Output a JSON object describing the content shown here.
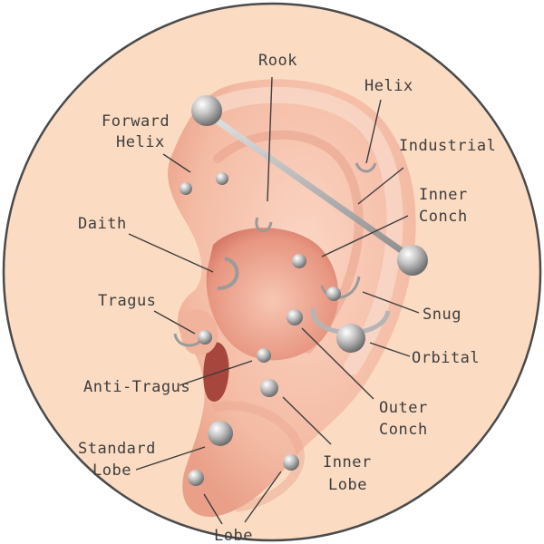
{
  "labels": {
    "rook": "Rook",
    "helix": "Helix",
    "forward_helix_1": "Forward",
    "forward_helix_2": "Helix",
    "industrial": "Industrial",
    "inner_conch_1": "Inner",
    "inner_conch_2": "Conch",
    "daith": "Daith",
    "tragus": "Tragus",
    "snug": "Snug",
    "orbital": "Orbital",
    "anti_tragus": "Anti-Tragus",
    "outer_conch_1": "Outer",
    "outer_conch_2": "Conch",
    "standard_lobe_1": "Standard",
    "standard_lobe_2": "Lobe",
    "inner_lobe_1": "Inner",
    "inner_lobe_2": "Lobe",
    "upper_lobe_partial": "Lobe"
  },
  "colors": {
    "background_disc": "#fbdcc3",
    "disc_border": "#4a4a4a",
    "skin": "#f6c3ad",
    "skin_shadow": "#e89a83",
    "inner_shadow": "#d9786a",
    "jewelry": "#a9a9a9",
    "label_text": "#3d3d3d"
  }
}
